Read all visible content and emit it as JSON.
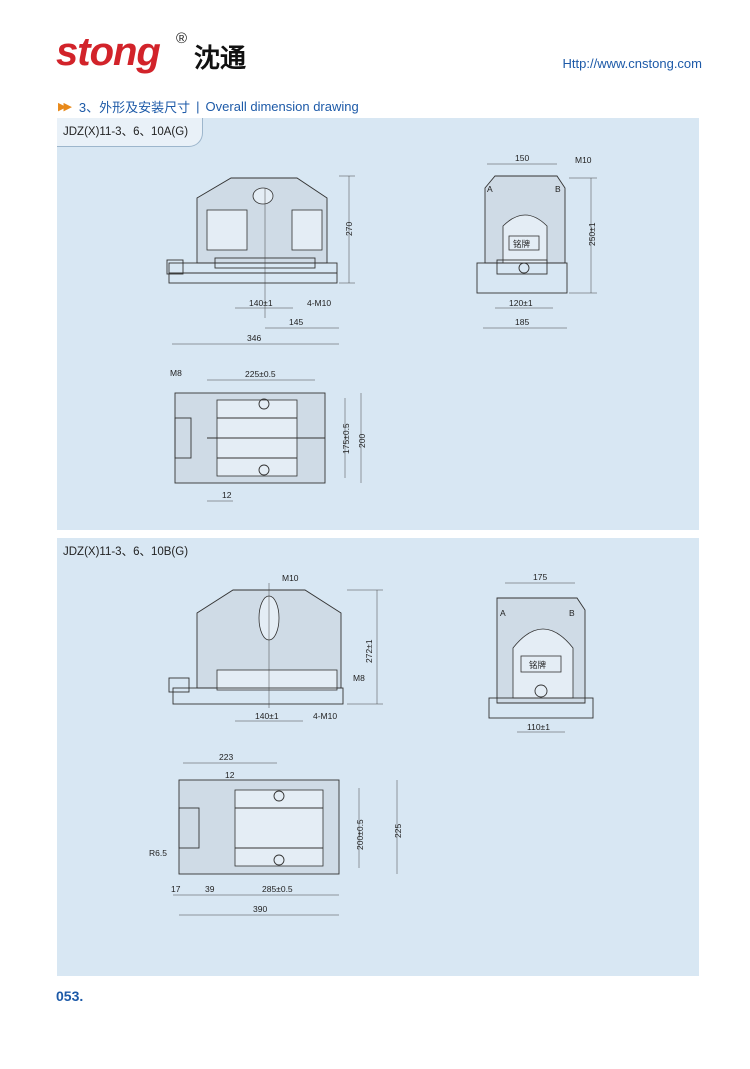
{
  "brand": {
    "logo_text": "stong",
    "registered_mark": "®",
    "chinese_name": "沈通",
    "website": "Http://www.cnstong.com",
    "logo_color": "#d2232a"
  },
  "section": {
    "number": "3、外形及安装尺寸",
    "separator": "|",
    "title_en": "Overall dimension drawing"
  },
  "drawing_a": {
    "model": "JDZ(X)11-3、6、10A(G)",
    "front": {
      "d270": "270",
      "d140": "140±1",
      "m10": "4-M10",
      "d145": "145",
      "d346": "346"
    },
    "side": {
      "d150": "150",
      "m10": "M10",
      "a": "A",
      "b": "B",
      "nameplate": "铭牌",
      "d250": "250±1",
      "d120": "120±1",
      "d185": "185"
    },
    "top": {
      "m8": "M8",
      "d225": "225±0.5",
      "d175": "175±0.5",
      "d200": "200",
      "d12": "12"
    }
  },
  "drawing_b": {
    "model": "JDZ(X)11-3、6、10B(G)",
    "front": {
      "m10": "M10",
      "d272": "272±1",
      "m8": "M8",
      "d140": "140±1",
      "m10b": "4-M10"
    },
    "side": {
      "d175": "175",
      "a": "A",
      "b": "B",
      "nameplate": "铭牌",
      "d110": "110±1"
    },
    "top": {
      "d223": "223",
      "d12": "12",
      "r65": "R6.5",
      "d200": "200±0.5",
      "d225": "225",
      "d17": "17",
      "d39": "39",
      "d285": "285±0.5",
      "d390": "390"
    }
  },
  "page_number": "053."
}
